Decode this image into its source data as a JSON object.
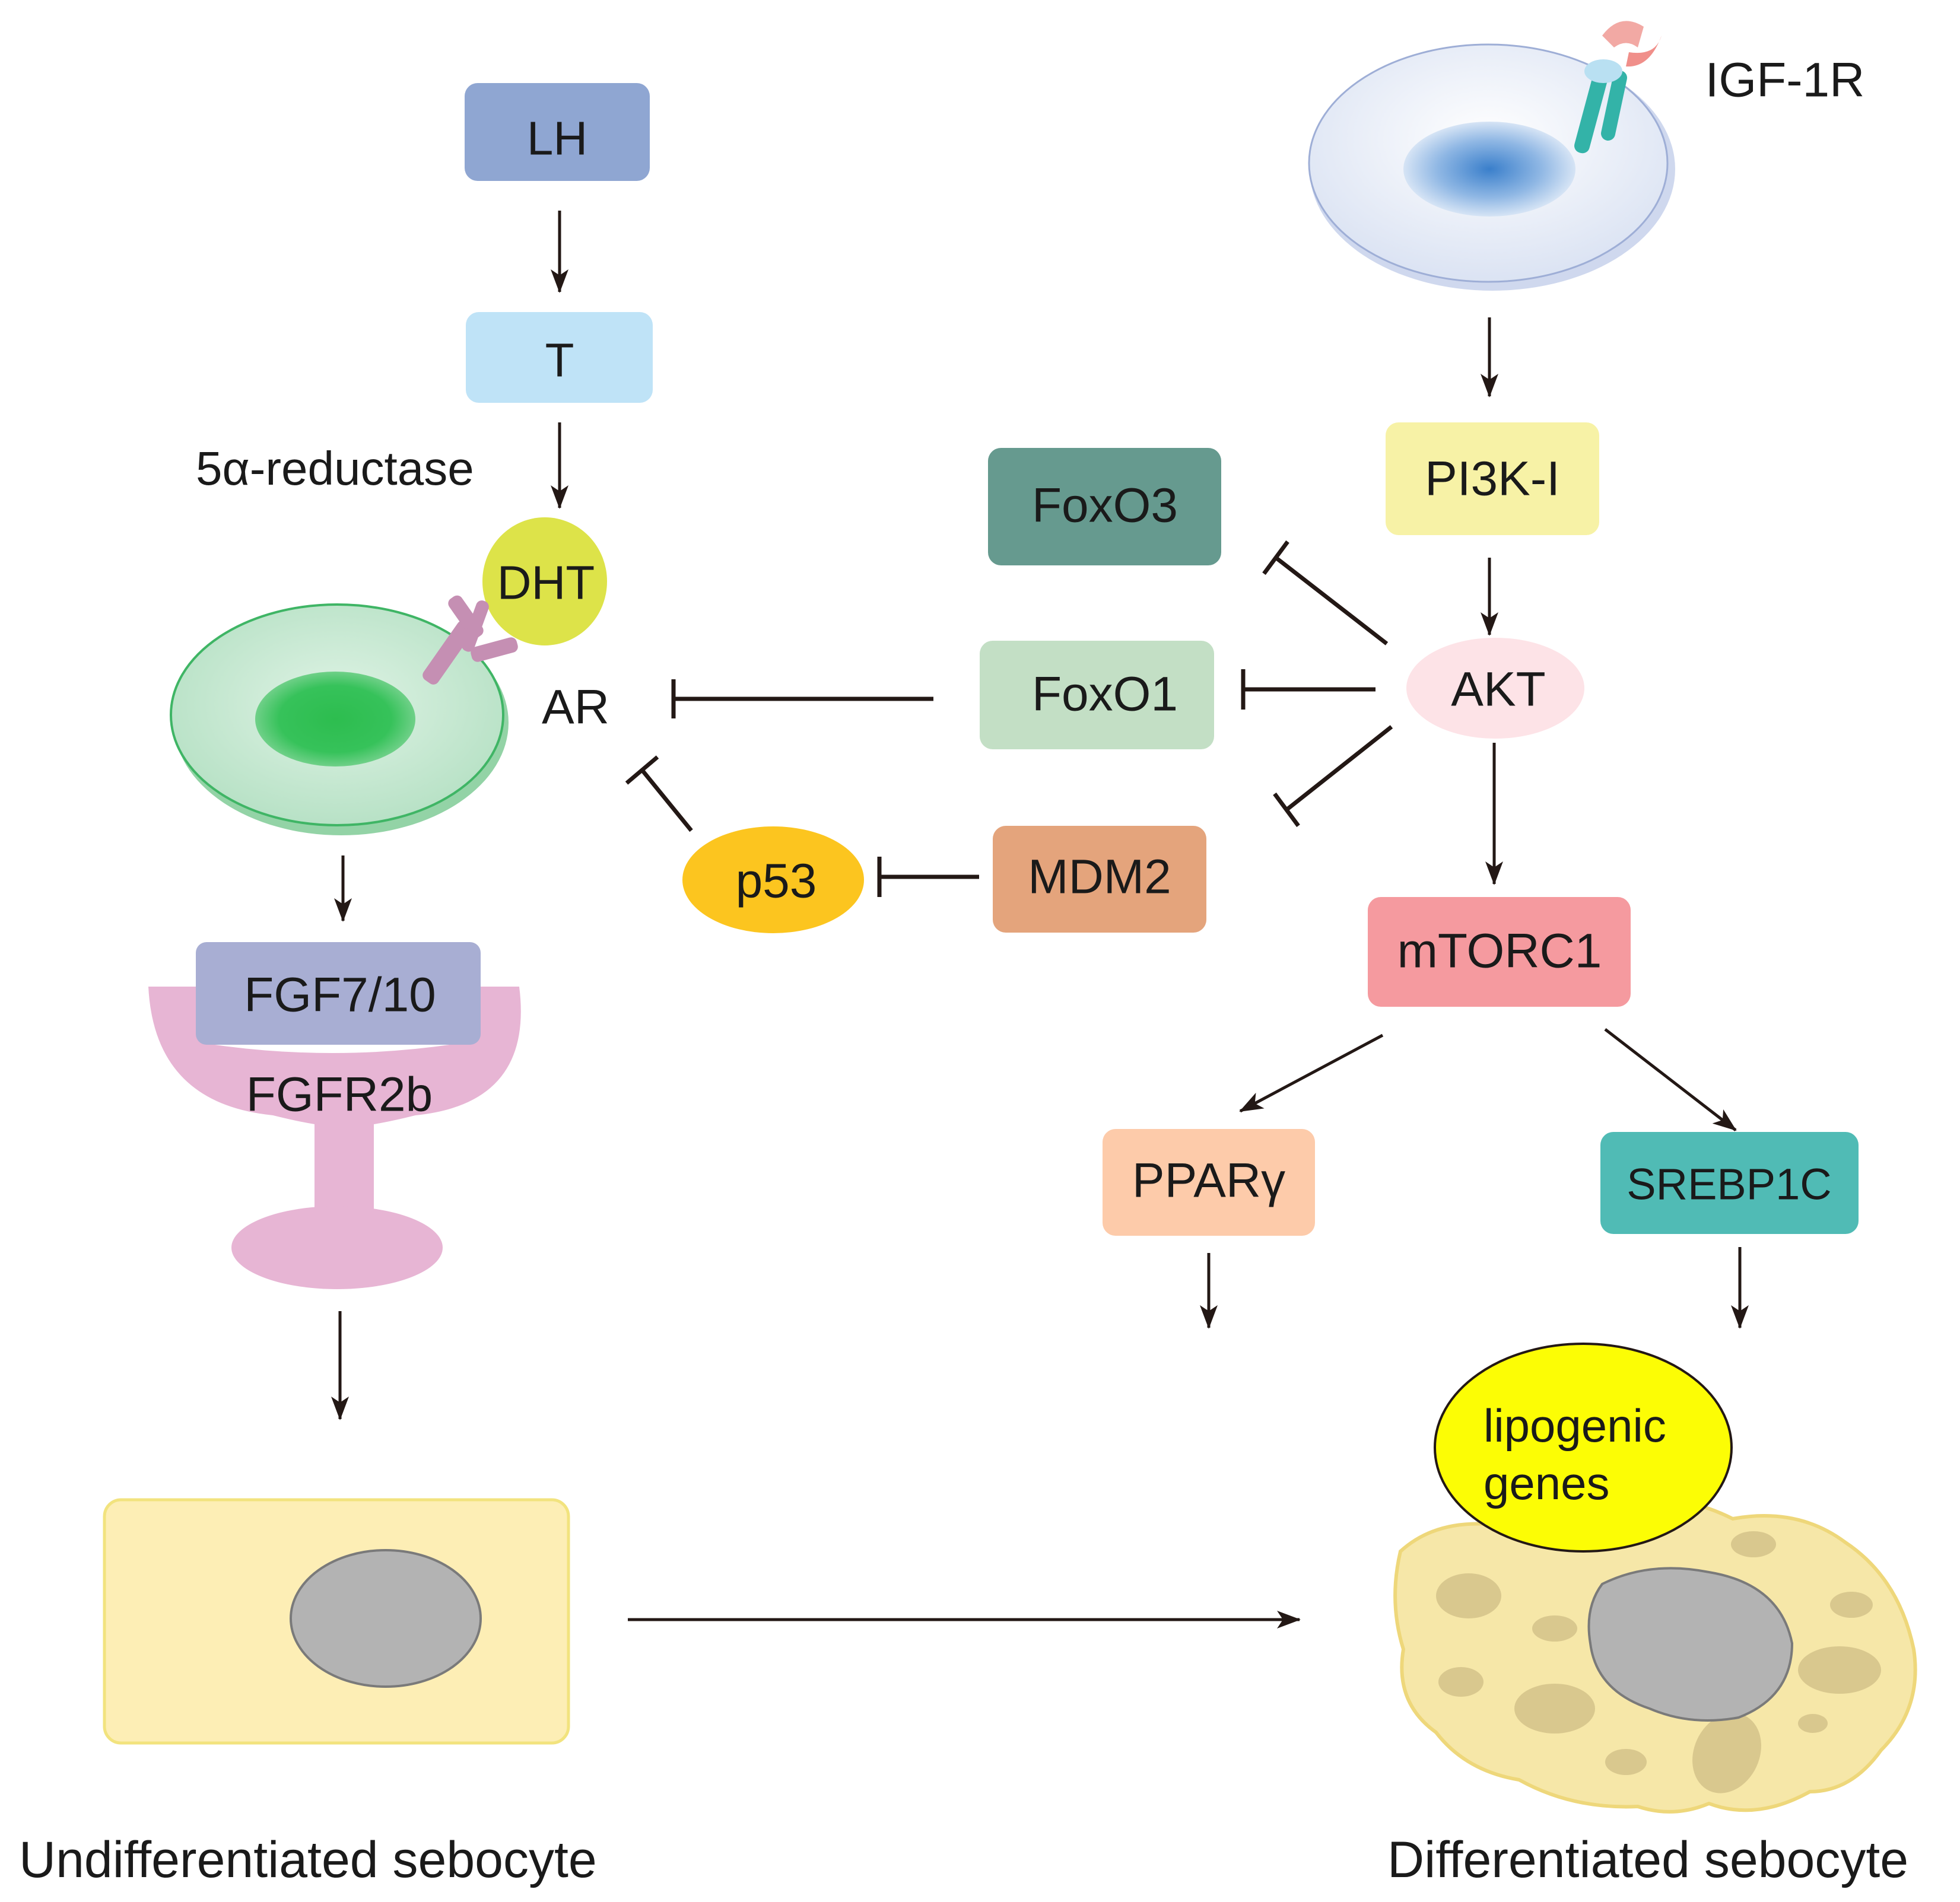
{
  "nodes": {
    "lh": "LH",
    "t": "T",
    "five_alpha_reductase": "5α-reductase",
    "dht": "DHT",
    "ar": "AR",
    "fgf": "FGF7/10",
    "fgfr": "FGFR2b",
    "p53": "p53",
    "mdm2": "MDM2",
    "foxo3": "FoxO3",
    "foxo1": "FoxO1",
    "akt": "AKT",
    "pi3k": "PI3K-I",
    "igf1r": "IGF-1R",
    "mtorc1": "mTORC1",
    "ppar": "PPARγ",
    "srebp": "SREBP1C",
    "lipogenic_line1": "lipogenic",
    "lipogenic_line2": "genes"
  },
  "captions": {
    "undifferentiated": "Undifferentiated sebocyte",
    "differentiated": "Differentiated sebocyte"
  },
  "colors": {
    "lh": "#8fa6d2",
    "t": "#bfe3f7",
    "dht": "#dde349",
    "ar_cell": "#bfe5cc",
    "ar_nucleus": "#2dbd4f",
    "fgf": "#a8aed3",
    "fgfr": "#e7b5d4",
    "p53": "#fcc51f",
    "mdm2": "#e4a47c",
    "foxo3": "#669a8f",
    "foxo1": "#c3dfc5",
    "akt": "#fde3e7",
    "pi3k": "#f7f2a6",
    "mtorc1": "#f59a9f",
    "ppar": "#fdcbaa",
    "srebp": "#50bbb5",
    "lipogenic": "#fcfd05",
    "undiff_cell": "#fdeeb5",
    "diff_cell": "#f6e7a8",
    "nucleus_gray": "#b3b3b3",
    "igf_cell": "#e6ecf8",
    "igf_nucleus": "#3a7fcb"
  },
  "icons": {
    "ar_receptor": "y-shaped-receptor-icon",
    "igf_receptor": "igf-receptor-icon"
  }
}
